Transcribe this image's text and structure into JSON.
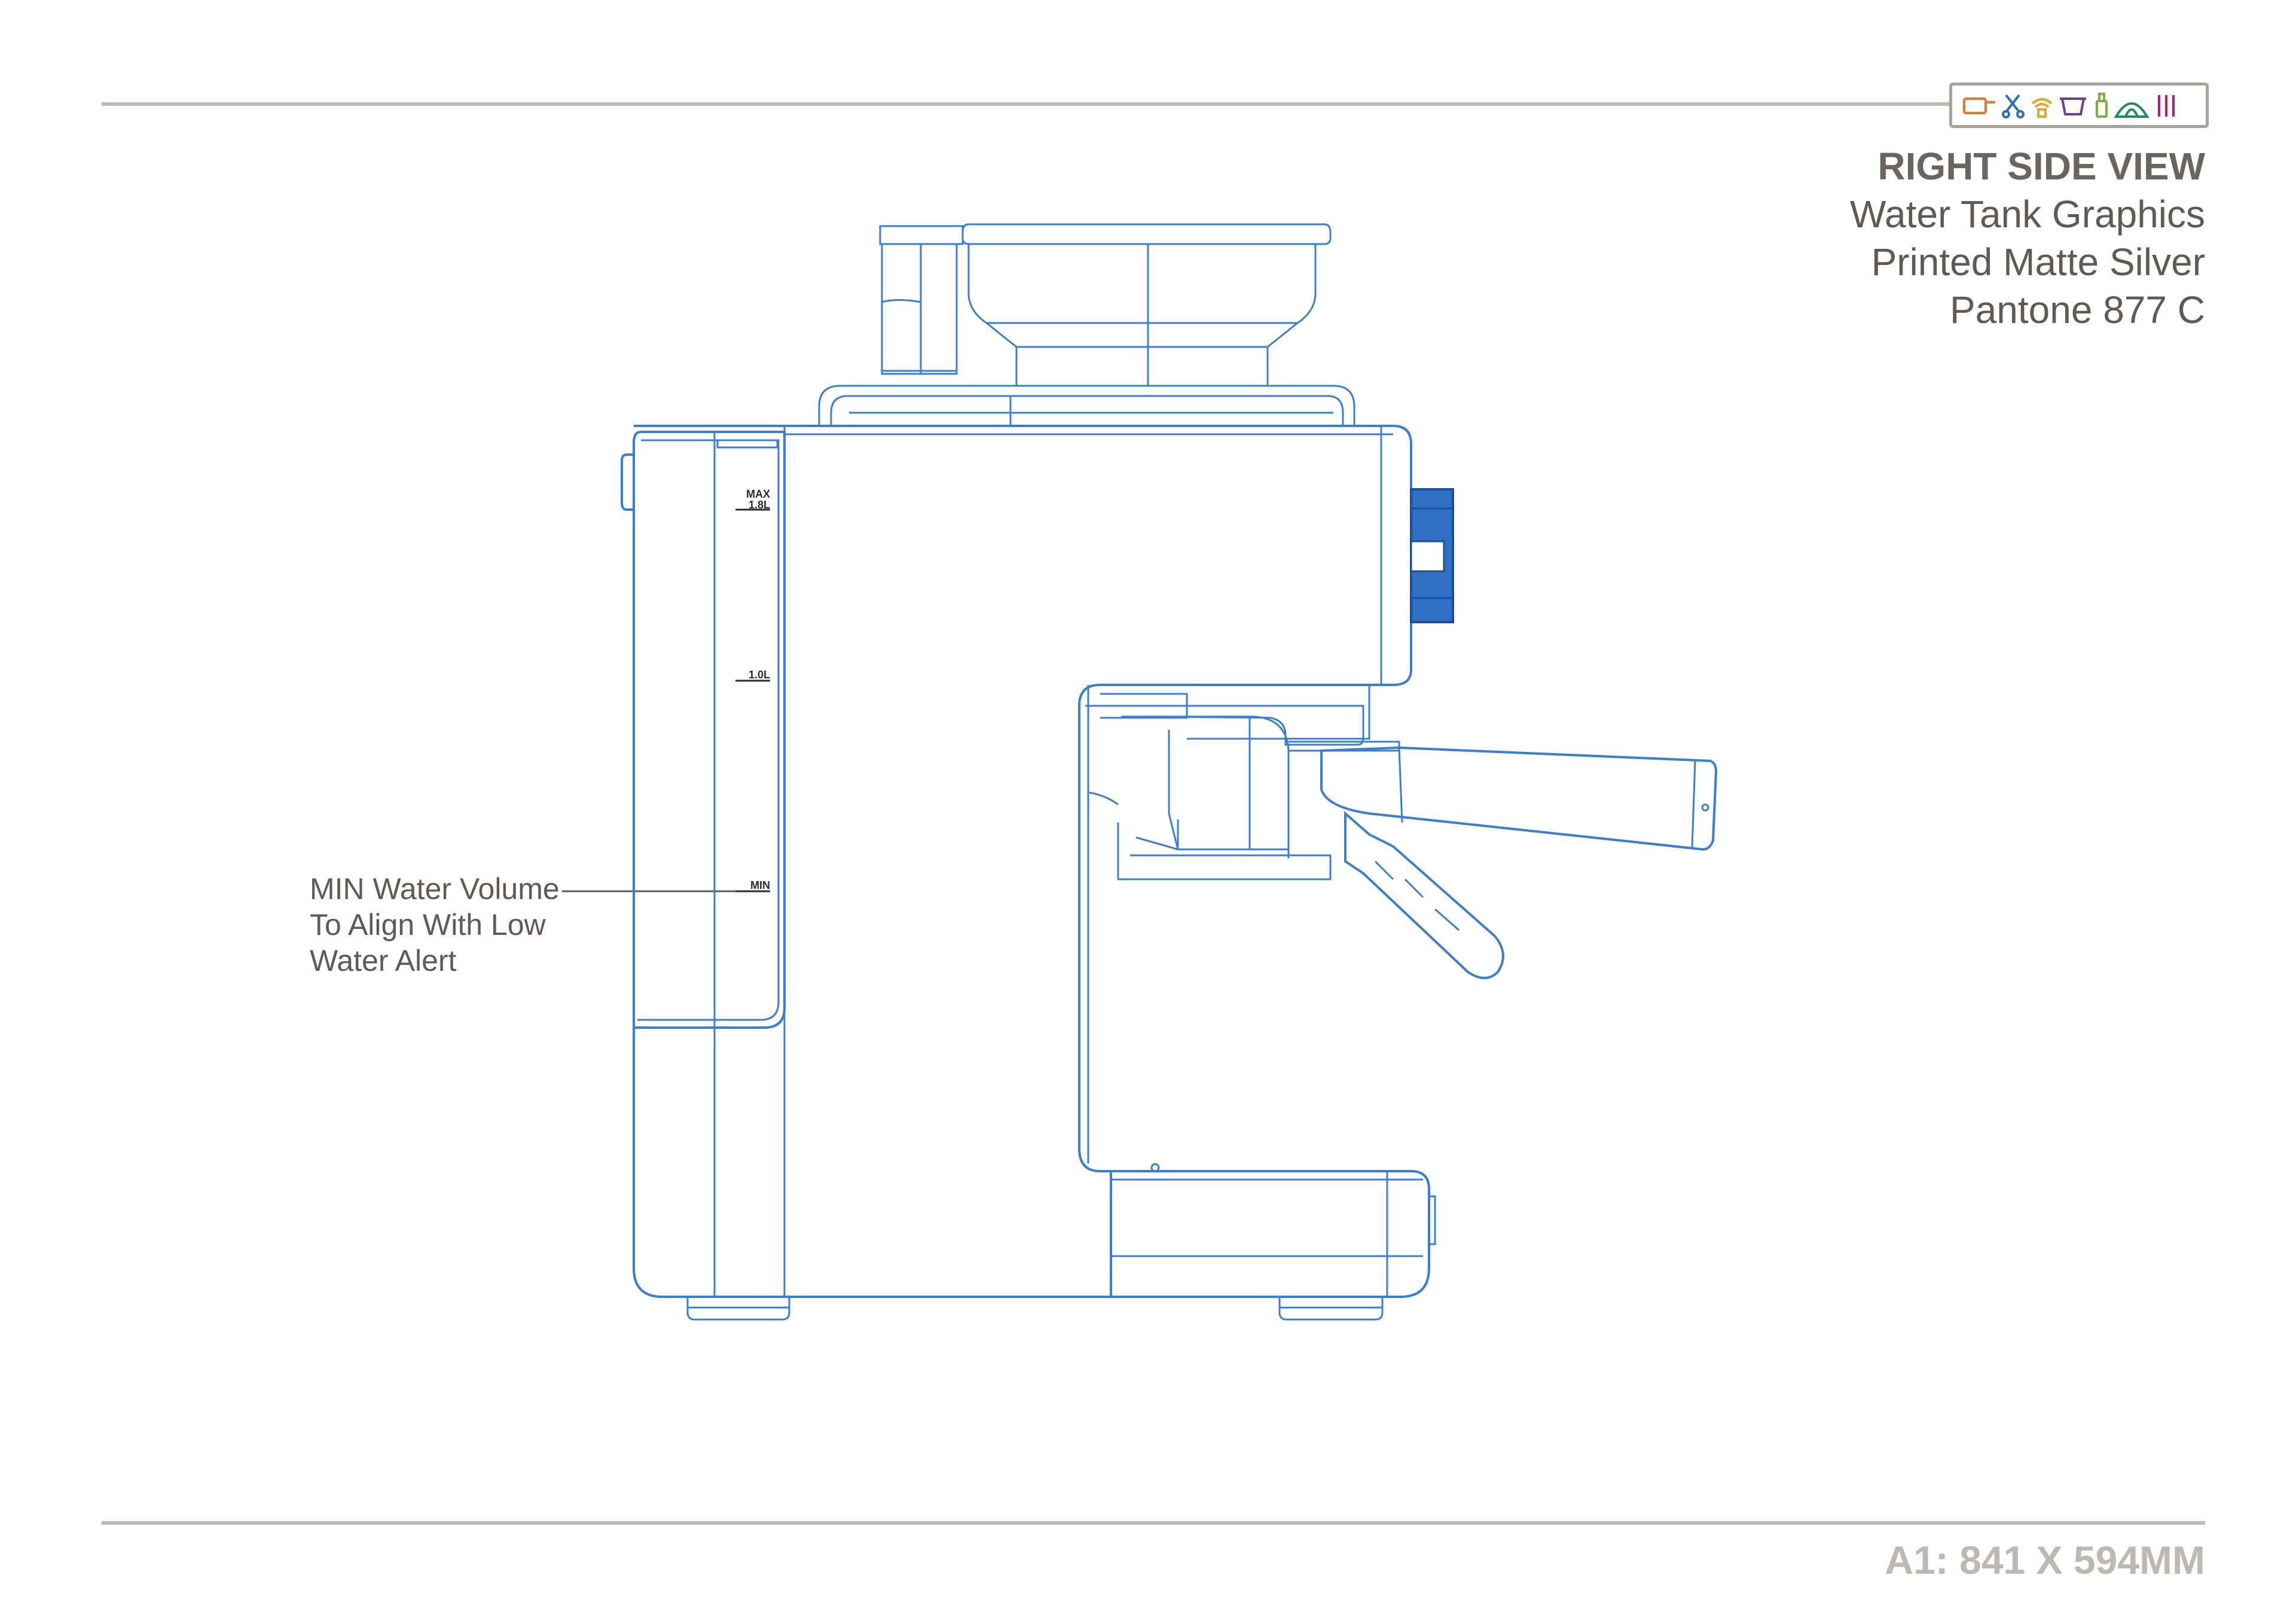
{
  "header": {
    "view_title": "RIGHT SIDE VIEW",
    "spec_lines": [
      "Water Tank Graphics",
      "Printed Matte Silver",
      "Pantone 877 C"
    ]
  },
  "category_icons": [
    {
      "name": "cookware-icon",
      "color": "#e8782a"
    },
    {
      "name": "tools-icon",
      "color": "#2f6fb5"
    },
    {
      "name": "wifi-icon",
      "color": "#e0a82a"
    },
    {
      "name": "container-icon",
      "color": "#6a3d98"
    },
    {
      "name": "bottle-icon",
      "color": "#7bb342"
    },
    {
      "name": "tent-icon",
      "color": "#1f8a6a"
    },
    {
      "name": "pens-icon",
      "color": "#c2186a"
    }
  ],
  "tank_markings": {
    "max_label": "MAX",
    "max_volume": "1.8L",
    "mid_volume": "1.0L",
    "min_label": "MIN"
  },
  "callout": {
    "lines": [
      "MIN Water Volume",
      "To Align With Low",
      "Water Alert"
    ]
  },
  "footer": {
    "sheet_size": "A1: 841 X 594MM"
  },
  "colors": {
    "line_blue": "#3b7fd3",
    "dark_blue": "#1c4f9a",
    "text_gray": "#5f5a55",
    "rule_gray": "#bfb9b3"
  }
}
